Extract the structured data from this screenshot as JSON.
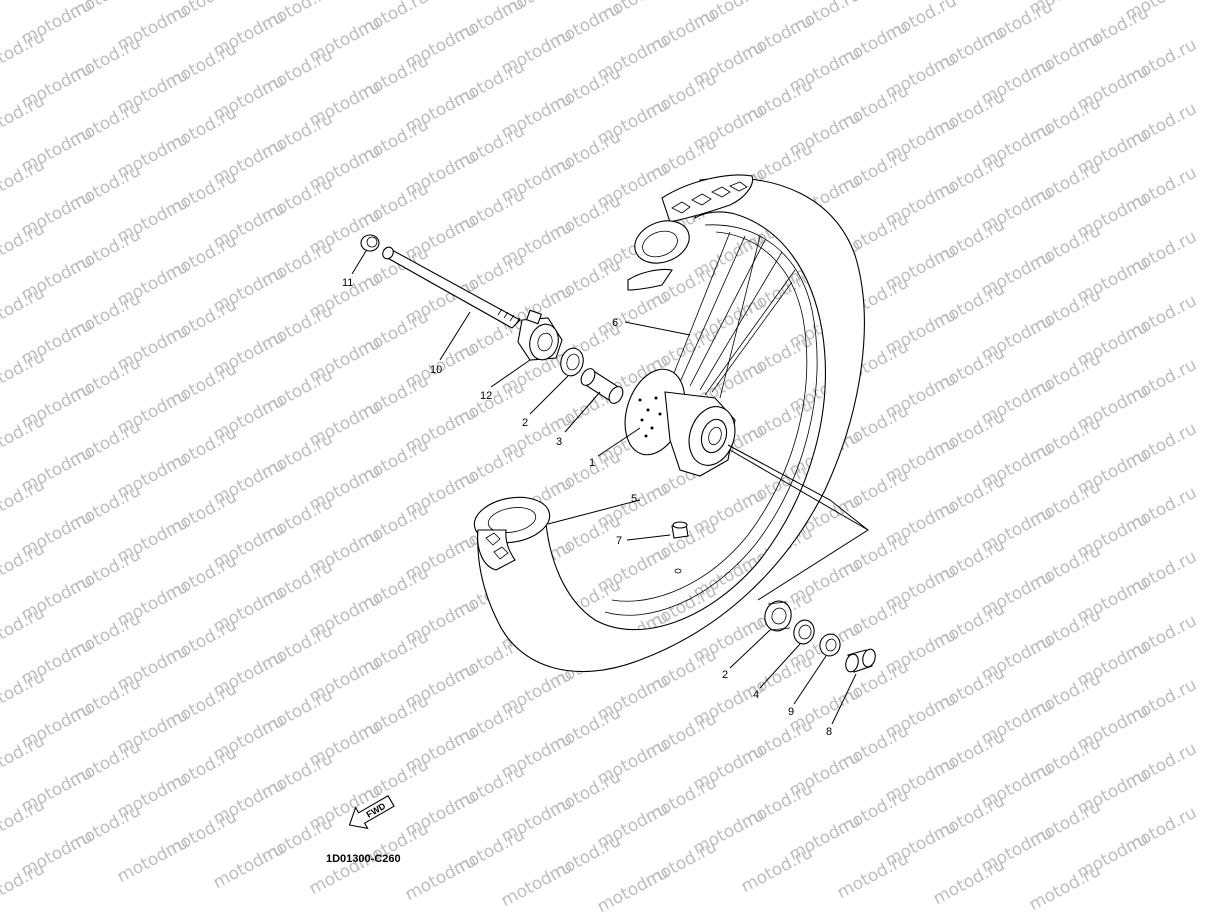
{
  "watermark": {
    "text": "motod.ru"
  },
  "diagram": {
    "code": "1D01300-C260",
    "fwd_label": "FWD",
    "callouts": [
      {
        "id": "c11",
        "label": "11"
      },
      {
        "id": "c10",
        "label": "10"
      },
      {
        "id": "c12",
        "label": "12"
      },
      {
        "id": "c2a",
        "label": "2"
      },
      {
        "id": "c3",
        "label": "3"
      },
      {
        "id": "c1",
        "label": "1"
      },
      {
        "id": "c6",
        "label": "6"
      },
      {
        "id": "c5",
        "label": "5"
      },
      {
        "id": "c7",
        "label": "7"
      },
      {
        "id": "c2b",
        "label": "2"
      },
      {
        "id": "c4",
        "label": "4"
      },
      {
        "id": "c9",
        "label": "9"
      },
      {
        "id": "c8",
        "label": "8"
      }
    ]
  }
}
